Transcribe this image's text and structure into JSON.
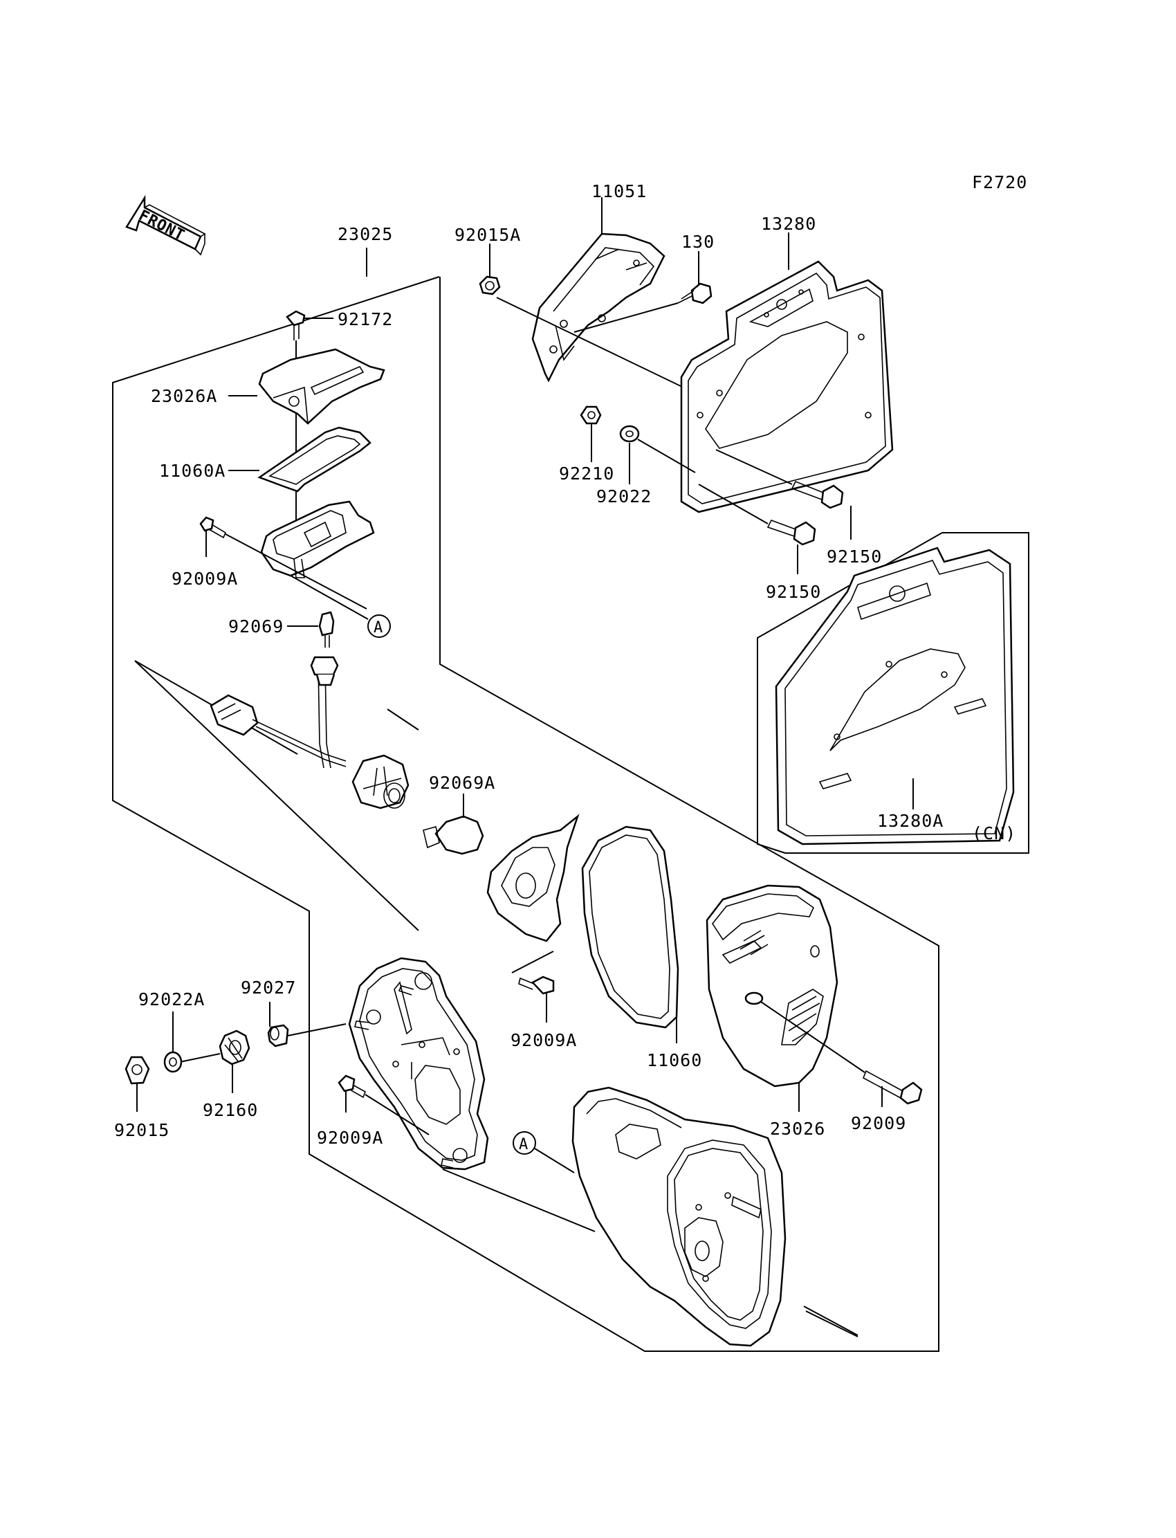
{
  "figure_code": "F2720",
  "front_label": "FRONT",
  "callouts": {
    "a_top": "A",
    "a_bottom": "A"
  },
  "region_tag": "(CN)",
  "parts": {
    "p23025": "23025",
    "p11051": "11051",
    "p92015A": "92015A",
    "p130": "130",
    "p13280": "13280",
    "p92172": "92172",
    "p23026A": "23026A",
    "p11060A": "11060A",
    "p92009A_1": "92009A",
    "p92069": "92069",
    "p92210": "92210",
    "p92022": "92022",
    "p92150_1": "92150",
    "p92150_2": "92150",
    "p13280A": "13280A",
    "p92069A": "92069A",
    "p92022A": "92022A",
    "p92027": "92027",
    "p92009A_2": "92009A",
    "p11060": "11060",
    "p92015": "92015",
    "p92160": "92160",
    "p92009A_3": "92009A",
    "p23026": "23026",
    "p92009": "92009"
  }
}
